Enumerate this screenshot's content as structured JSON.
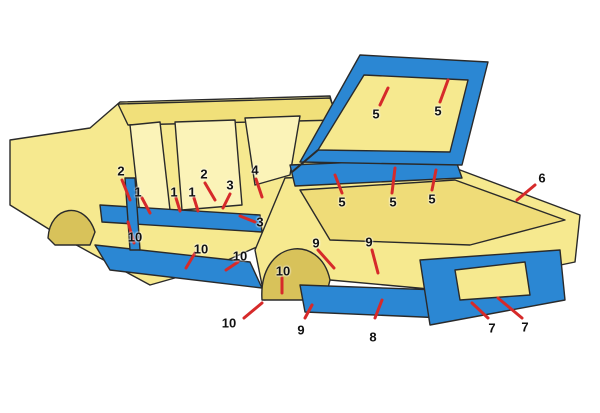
{
  "diagram": {
    "colors": {
      "body": "#f6e98f",
      "body_shade": "#e6d26a",
      "cavity": "#2b87d3",
      "outline": "#2a2a2a",
      "arrow": "#d62a2a",
      "background": "#ffffff"
    },
    "callouts": [
      {
        "label": "1"
      },
      {
        "label": "1"
      },
      {
        "label": "1"
      },
      {
        "label": "2"
      },
      {
        "label": "2"
      },
      {
        "label": "3"
      },
      {
        "label": "3"
      },
      {
        "label": "4"
      },
      {
        "label": "5"
      },
      {
        "label": "5"
      },
      {
        "label": "5"
      },
      {
        "label": "5"
      },
      {
        "label": "5"
      },
      {
        "label": "6"
      },
      {
        "label": "7"
      },
      {
        "label": "7"
      },
      {
        "label": "8"
      },
      {
        "label": "9"
      },
      {
        "label": "9"
      },
      {
        "label": "9"
      },
      {
        "label": "10"
      },
      {
        "label": "10"
      },
      {
        "label": "10"
      },
      {
        "label": "10"
      },
      {
        "label": "10"
      }
    ]
  }
}
